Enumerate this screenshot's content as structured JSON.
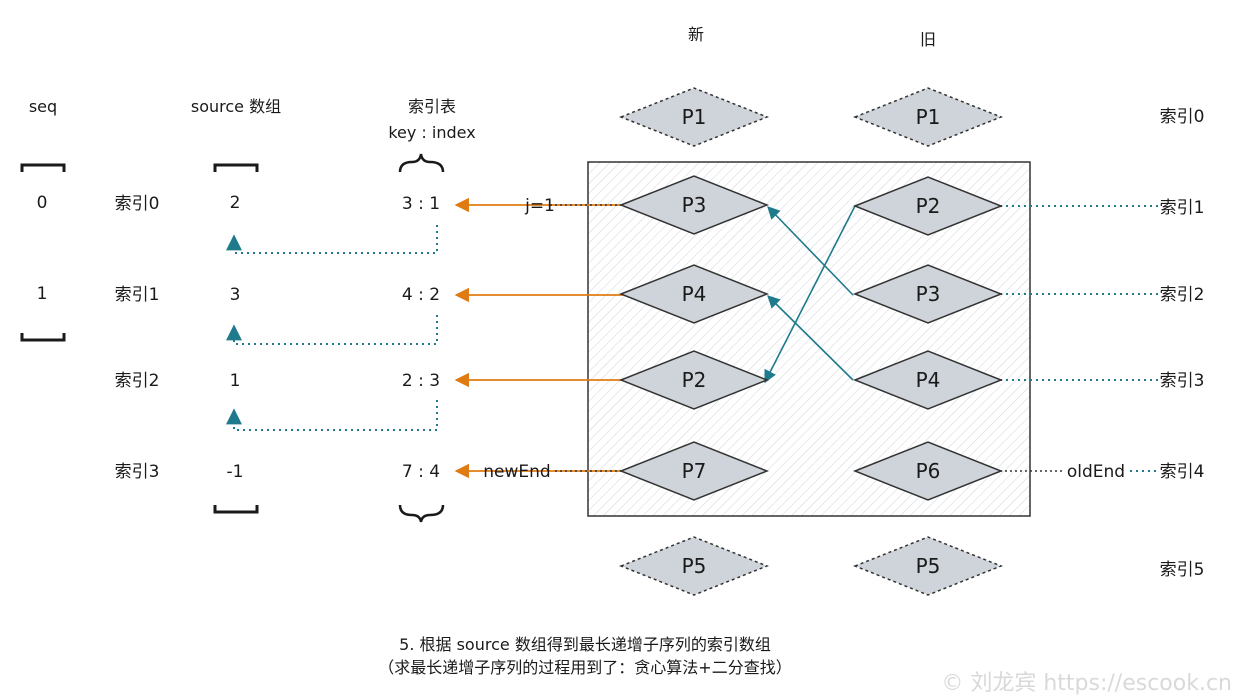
{
  "headers": {
    "seq": "seq",
    "source": "source 数组",
    "index_table": "索引表",
    "key_index": "key : index",
    "new": "新",
    "old": "旧"
  },
  "seq_values": [
    "0",
    "1"
  ],
  "rows": [
    {
      "label": "索引0",
      "source": "2",
      "key_index": "3 : 1"
    },
    {
      "label": "索引1",
      "source": "3",
      "key_index": "4 : 2"
    },
    {
      "label": "索引2",
      "source": "1",
      "key_index": "2 : 3"
    },
    {
      "label": "索引3",
      "source": "-1",
      "key_index": "7 : 4"
    }
  ],
  "new_nodes": [
    "P1",
    "P3",
    "P4",
    "P2",
    "P7",
    "P5"
  ],
  "old_nodes": [
    "P1",
    "P2",
    "P3",
    "P4",
    "P6",
    "P5"
  ],
  "old_index_labels": [
    "索引0",
    "索引1",
    "索引2",
    "索引3",
    "索引4",
    "索引5"
  ],
  "pointers": {
    "j": "j=1",
    "newEnd": "newEnd",
    "oldEnd": "oldEnd"
  },
  "caption": {
    "line1": "5. 根据 source 数组得到最长递增子序列的索引数组",
    "line2": "（求最长递增子序列的过程用到了：贪心算法+二分查找）"
  },
  "watermark": "© 刘龙宾 https://escook.cn",
  "colors": {
    "orange": "#e07b12",
    "teal": "#1f7a8c",
    "node_fill": "#ced4da",
    "ink": "#1a1a1a"
  }
}
